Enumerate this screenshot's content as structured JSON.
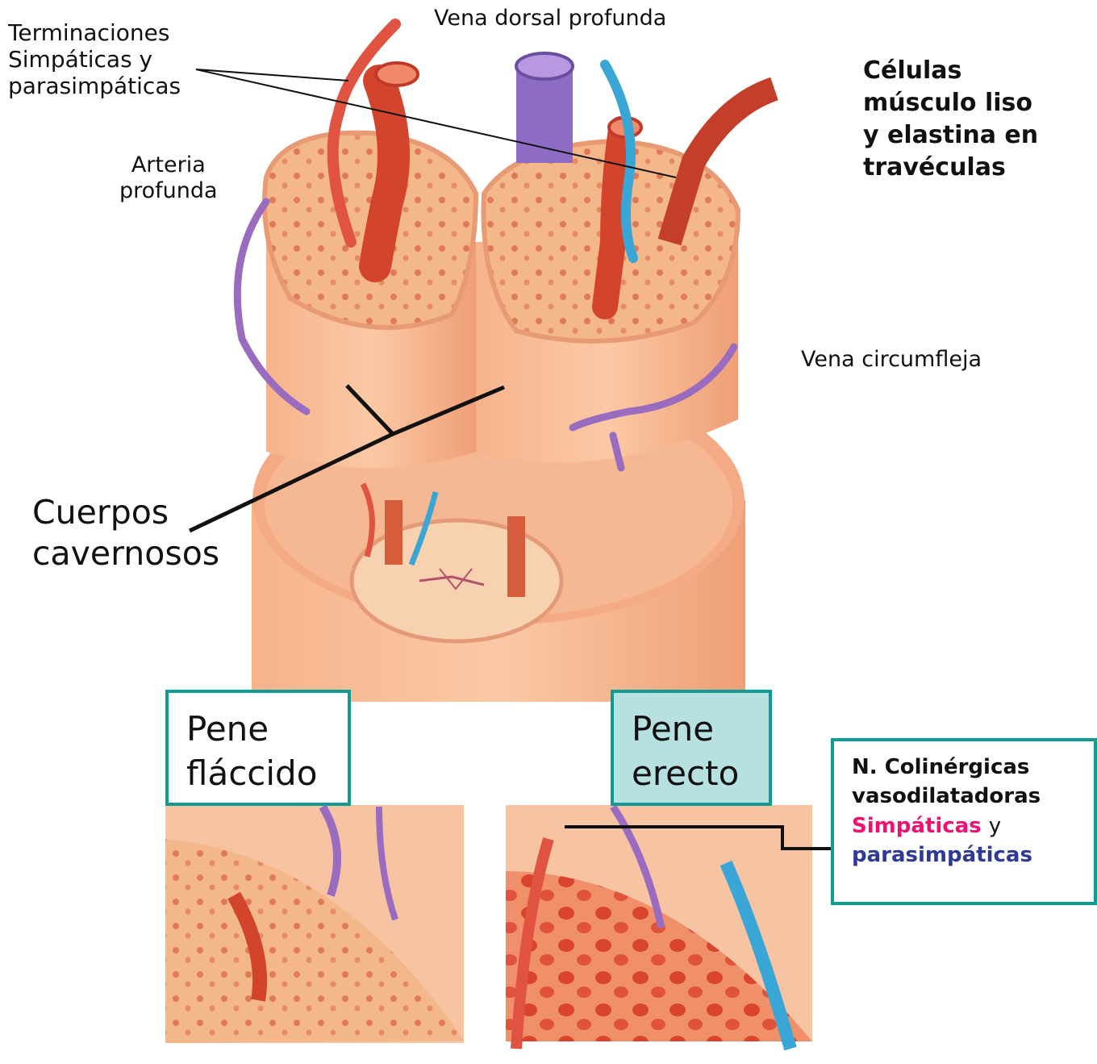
{
  "labels": {
    "terminaciones": [
      "Terminaciones",
      "Simpáticas y",
      "parasimpáticas"
    ],
    "vena_dorsal": "Vena dorsal profunda",
    "arteria": [
      "Arteria",
      "profunda"
    ],
    "celulas": [
      "Células",
      "músculo liso",
      "y elastina en",
      "travéculas"
    ],
    "vena_circumfleja": "Vena circumfleja",
    "cuerpos": [
      "Cuerpos",
      "cavernosos"
    ]
  },
  "boxes": {
    "flaccido": [
      "Pene",
      "fláccido"
    ],
    "erecto": [
      "Pene",
      "erecto"
    ]
  },
  "nerve_box": {
    "line1": "N. Colinérgicas",
    "line2": "vasodilatadoras",
    "simpaticas": "Simpáticas",
    "y": "y",
    "parasimpaticas": "parasimpáticas"
  },
  "colors": {
    "accent_teal": "#0f9a92",
    "teal_fill": "#b7e1e1",
    "sympathetic_pink": "#ee1171",
    "parasympathetic_blue": "#2f3a96",
    "tissue": "#f4a77e",
    "artery_red": "#d2452c",
    "vein_purple": "#9a6cc0",
    "nerve_blue": "#3aa6d6"
  }
}
